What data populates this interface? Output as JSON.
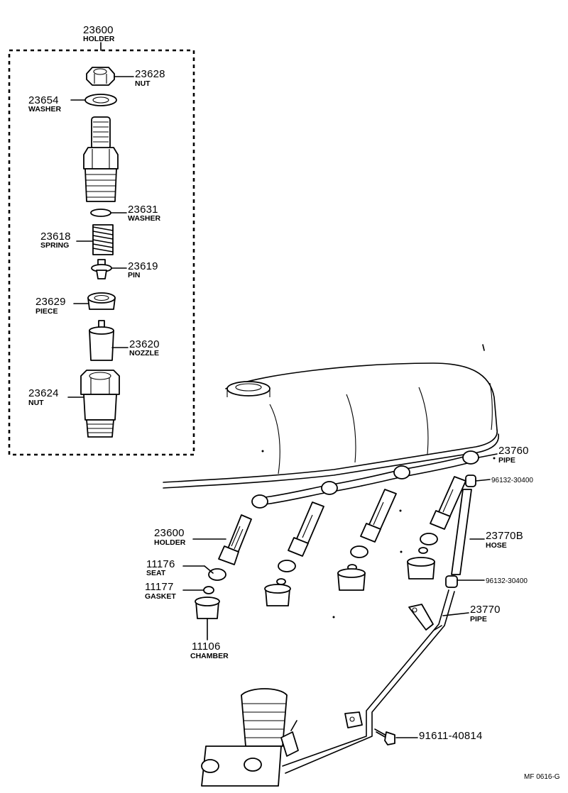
{
  "parts": {
    "holder_kit": {
      "number": "23600",
      "name": "HOLDER"
    },
    "nut_top": {
      "number": "23628",
      "name": "NUT"
    },
    "washer_top": {
      "number": "23654",
      "name": "WASHER"
    },
    "washer_mid": {
      "number": "23631",
      "name": "WASHER"
    },
    "spring": {
      "number": "23618",
      "name": "SPRING"
    },
    "pin": {
      "number": "23619",
      "name": "PIN"
    },
    "piece": {
      "number": "23629",
      "name": "PIECE"
    },
    "nozzle": {
      "number": "23620",
      "name": "NOZZLE"
    },
    "nut_bottom": {
      "number": "23624",
      "name": "NUT"
    },
    "pipe_top": {
      "number": "23760",
      "name": "PIPE"
    },
    "clamp_top": {
      "number": "96132-30400"
    },
    "hose": {
      "number": "23770B",
      "name": "HOSE"
    },
    "clamp_bottom": {
      "number": "96132-30400"
    },
    "pipe_return": {
      "number": "23770",
      "name": "PIPE"
    },
    "bolt": {
      "number": "91611-40814"
    },
    "holder_engine": {
      "number": "23600",
      "name": "HOLDER"
    },
    "seat": {
      "number": "11176",
      "name": "SEAT"
    },
    "gasket": {
      "number": "11177",
      "name": "GASKET"
    },
    "chamber": {
      "number": "11106",
      "name": "CHAMBER"
    }
  },
  "figure_code": "MF 0616-G"
}
